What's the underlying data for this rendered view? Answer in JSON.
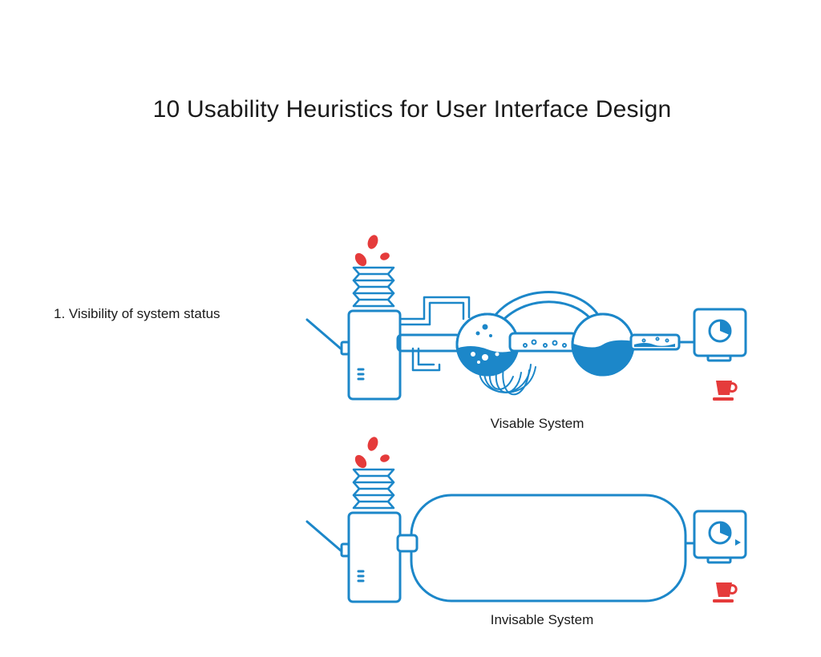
{
  "page_title": "10 Usability Heuristics for User Interface Design",
  "heuristic": {
    "label": "1. Visibility of system status"
  },
  "diagrams": {
    "visible": {
      "caption": "Visable System"
    },
    "invisible": {
      "caption": "Invisable System"
    }
  },
  "icons": {
    "beans": "coffee-beans-icon",
    "timer": "timer-icon",
    "cup": "coffee-cup-icon"
  },
  "colors": {
    "line": "#1c87c9",
    "water": "#1c87c9",
    "accent": "#e53b3b",
    "text": "#1a1a1a"
  }
}
